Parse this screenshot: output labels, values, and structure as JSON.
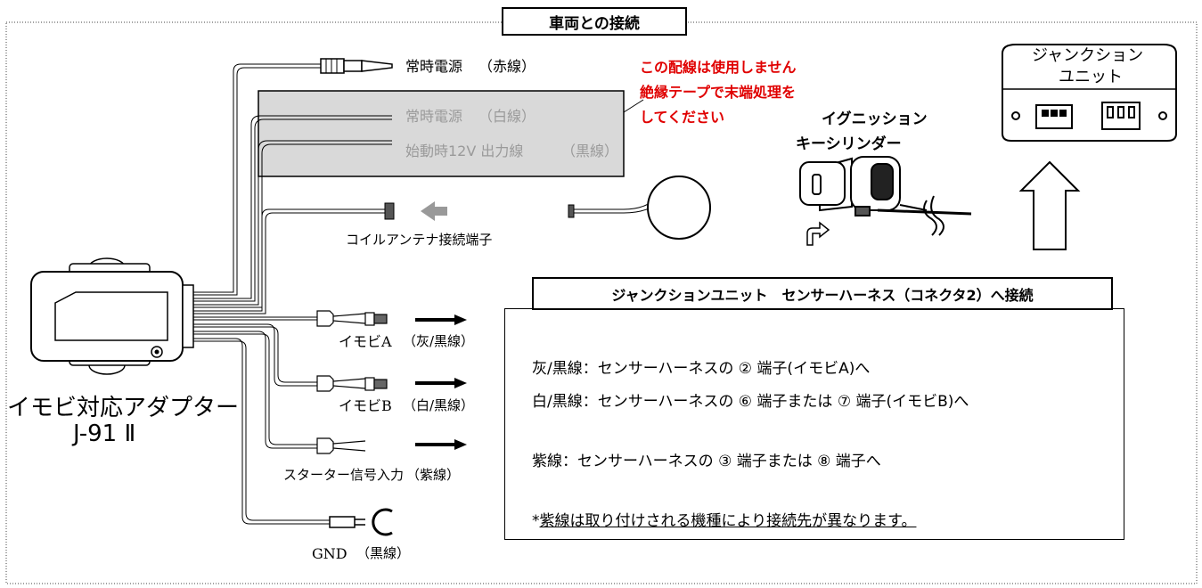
{
  "title": "車両との接続",
  "adapter": {
    "name_line1": "イモビ対応アダプター",
    "name_line2": "J-91 Ⅱ"
  },
  "wires": {
    "constant_power_red": {
      "label": "常時電源",
      "color": "（赤線）"
    },
    "constant_power_white": {
      "label": "常時電源",
      "color": "（白線）"
    },
    "start_12v": {
      "label": "始動時12V 出力線",
      "color": "（黒線）"
    },
    "coil_antenna": {
      "label": "コイルアンテナ接続端子"
    },
    "immobi_a": {
      "label": "イモビA",
      "color": "（灰/黒線）"
    },
    "immobi_b": {
      "label": "イモビB",
      "color": "（白/黒線）"
    },
    "starter": {
      "label": "スターター信号入力",
      "color": "（紫線）"
    },
    "gnd": {
      "label": "GND",
      "color": "（黒線）"
    }
  },
  "note_unused": {
    "line1": "この配線は使用しません",
    "line2": "絶縁テープで末端処理を",
    "line3": "してください"
  },
  "ignition": {
    "line1": "イグニッション",
    "line2": "キーシリンダー"
  },
  "junction_unit": {
    "line1": "ジャンクション",
    "line2": "ユニット"
  },
  "connection": {
    "title": "ジャンクションユニット　センサーハーネス（コネクタ2）へ接続",
    "row1": "灰/黒線：センサーハーネスの ② 端子(イモビA)へ",
    "row2": "白/黒線：センサーハーネスの ⑥ 端子または ⑦ 端子(イモビB)へ",
    "row3": "紫線：センサーハーネスの ③ 端子または ⑧ 端子へ",
    "note_prefix": "*",
    "note": "紫線は取り付けされる機種により接続先が異なります。"
  },
  "colors": {
    "accent_red": "#e00000",
    "gray_box": "#d9d9d9",
    "gray_text": "#9a9a9a"
  }
}
